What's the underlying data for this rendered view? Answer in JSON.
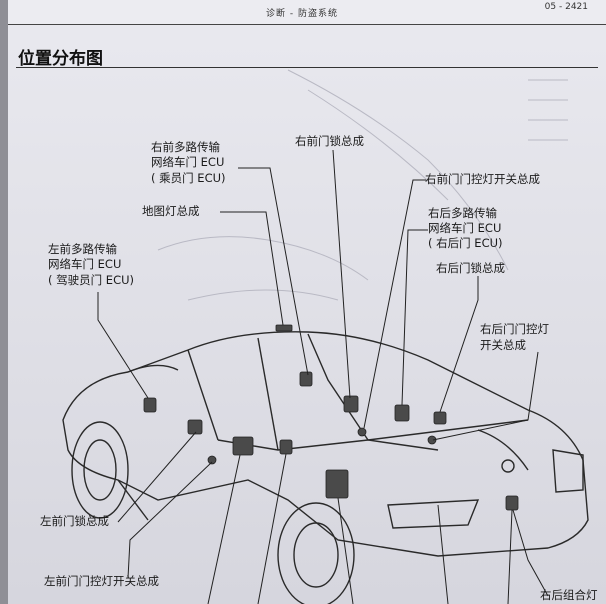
{
  "header": {
    "section": "诊断  -  防盗系统",
    "page_number": "05 - 2421"
  },
  "title": "位置分布图",
  "labels": {
    "fr_mpx_l1": "右前多路传输",
    "fr_mpx_l2": "网络车门 ECU",
    "fr_mpx_l3": "( 乘员门 ECU)",
    "fr_lock": "右前门锁总成",
    "fr_courtesy": "右前门门控灯开关总成",
    "map_lamp": "地图灯总成",
    "rr_mpx_l1": "右后多路传输",
    "rr_mpx_l2": "网络车门 ECU",
    "rr_mpx_l3": "( 右后门 ECU)",
    "fl_mpx_l1": "左前多路传输",
    "fl_mpx_l2": "网络车门 ECU",
    "fl_mpx_l3": "( 驾驶员门 ECU)",
    "rr_lock": "右后门锁总成",
    "rr_courtesy_l1": "右后门门控灯",
    "rr_courtesy_l2": "开关总成",
    "fl_lock": "左前门锁总成",
    "fl_courtesy": "左前门门控灯开关总成",
    "rear_combo": "右后组合灯"
  }
}
